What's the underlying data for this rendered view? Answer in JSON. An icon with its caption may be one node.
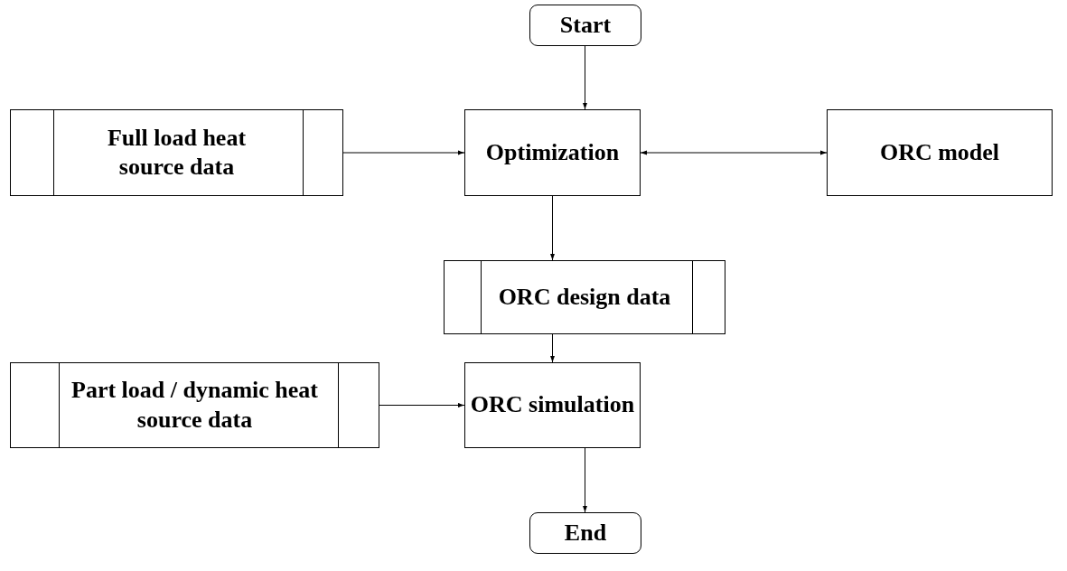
{
  "diagram": {
    "nodes": [
      {
        "text": [
          "Start"
        ]
      },
      {
        "text": [
          "Full load heat source data"
        ]
      },
      {
        "text": [
          "Optimization"
        ]
      },
      {
        "text": [
          "ORC model"
        ]
      },
      {
        "text": [
          "ORC design data"
        ]
      },
      {
        "text": [
          "Part load / dynamic heat source data"
        ]
      },
      {
        "text": [
          "ORC simulation"
        ]
      },
      {
        "text": [
          "End"
        ]
      }
    ],
    "edges": [
      {
        "from": 0,
        "to": 2,
        "arrow": "to"
      },
      {
        "from": 1,
        "to": 2,
        "arrow": "to"
      },
      {
        "from": 2,
        "to": 3,
        "arrow": "both"
      },
      {
        "from": 2,
        "to": 4,
        "arrow": "to"
      },
      {
        "from": 4,
        "to": 6,
        "arrow": "to"
      },
      {
        "from": 5,
        "to": 6,
        "arrow": "to"
      },
      {
        "from": 6,
        "to": 7,
        "arrow": "to"
      }
    ]
  }
}
